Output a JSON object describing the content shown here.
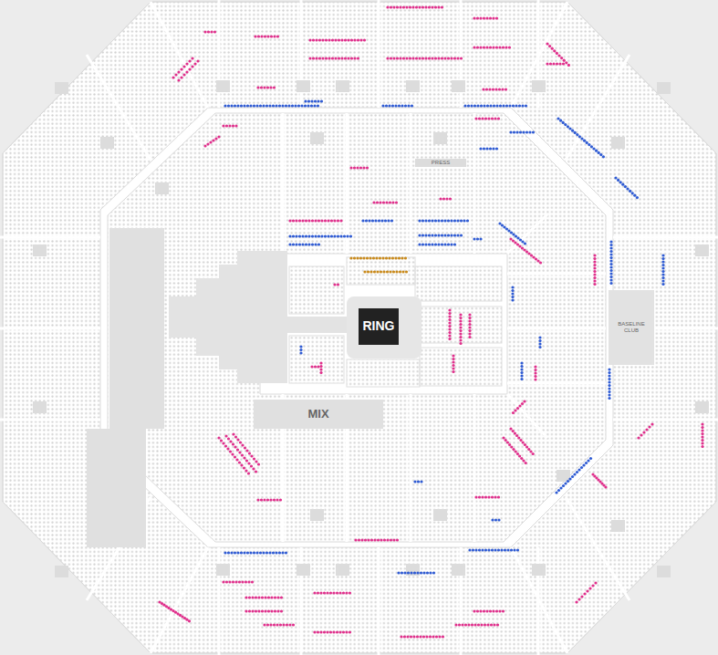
{
  "diagram": {
    "nodes": [
      {
        "text": [
          "PRESS"
        ]
      },
      {
        "text": [
          "RING"
        ]
      },
      {
        "text": [
          "BASELINE CLUB"
        ]
      },
      {
        "text": [
          "MIX"
        ]
      }
    ]
  }
}
